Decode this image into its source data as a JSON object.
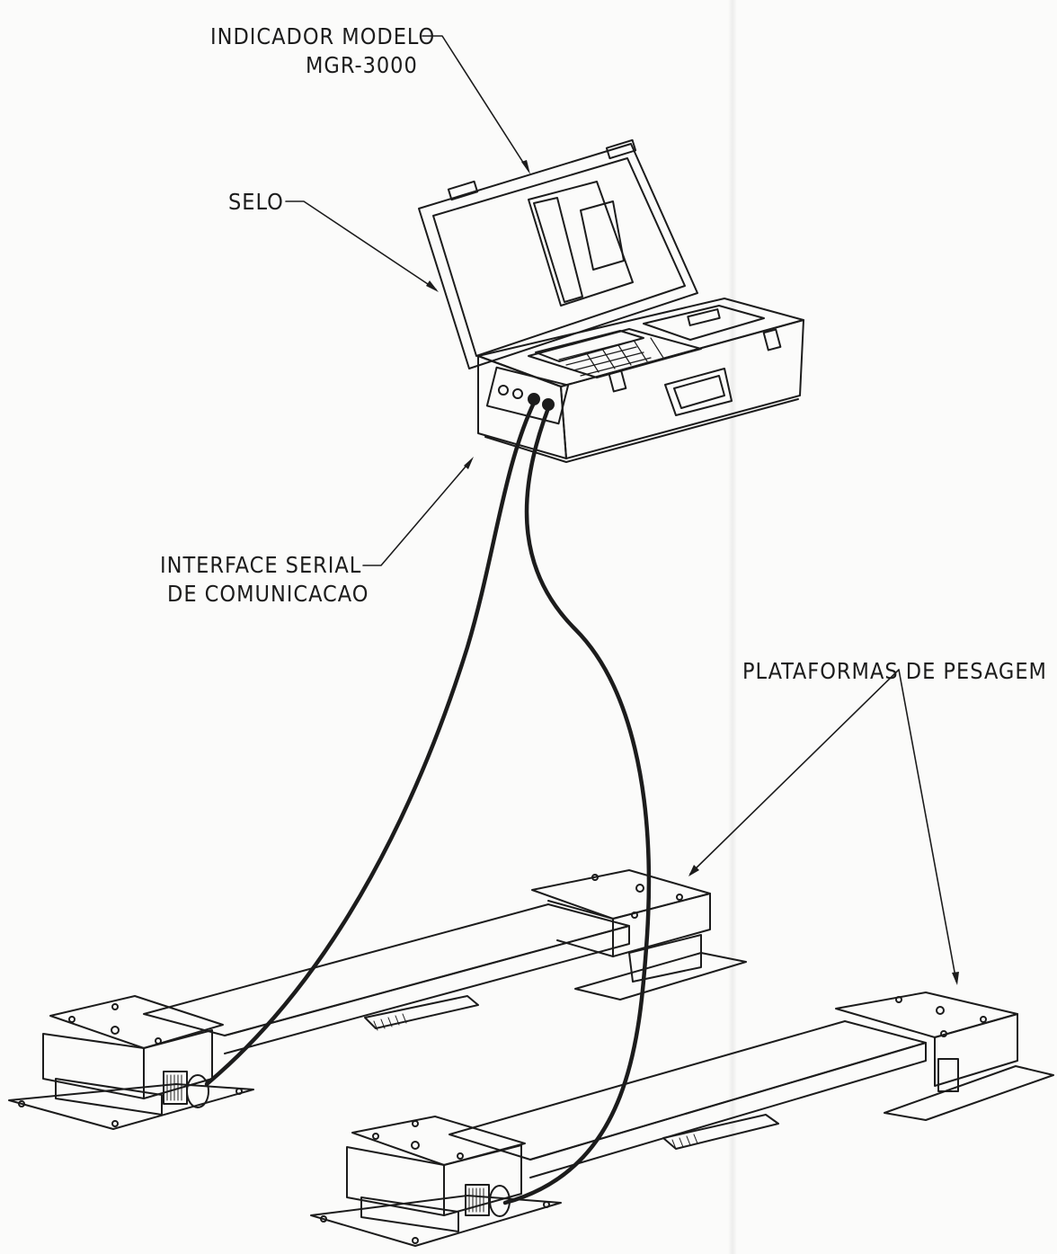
{
  "labels": {
    "indicator_line1": "INDICADOR MODELO",
    "indicator_line2": "MGR-3000",
    "seal": "SELO",
    "serial_line1": "INTERFACE SERIAL",
    "serial_line2": "DE COMUNICACAO",
    "platforms": "PLATAFORMAS DE PESAGEM"
  },
  "colors": {
    "paper": "#fbfbfa",
    "ink": "#1c1c1c"
  }
}
